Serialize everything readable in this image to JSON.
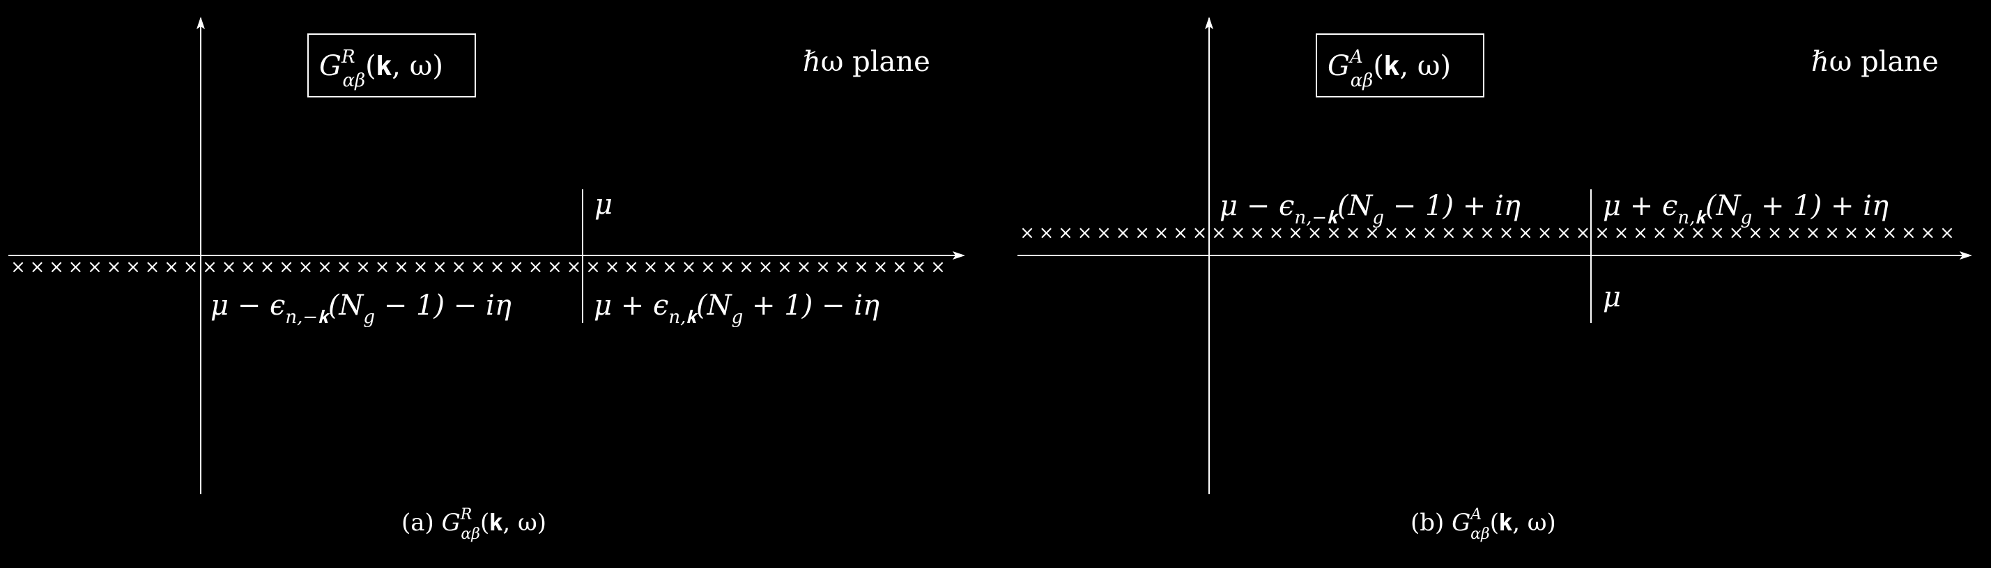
{
  "colors": {
    "background": "#000000",
    "foreground": "#ffffff"
  },
  "panels": [
    {
      "id": "a",
      "box_label": {
        "main": "G",
        "sup": "R",
        "sub": "αβ",
        "args": "(𝐤, ω)"
      },
      "plane_label": "ℏω plane",
      "mu_label": "μ",
      "pole_label_left": "μ − ϵ",
      "pole_label_left_sub": "n,−𝐤",
      "pole_label_left_tail": "(N",
      "pole_label_left_tail_sub": "g",
      "pole_label_left_end": " − 1) − iη",
      "pole_label_right": "μ + ϵ",
      "pole_label_right_sub": "n,𝐤",
      "pole_label_right_tail": "(N",
      "pole_label_right_tail_sub": "g",
      "pole_label_right_end": " + 1) − iη",
      "caption_prefix": "(a) ",
      "caption_main": "G",
      "caption_sup": "R",
      "caption_sub": "αβ",
      "caption_args": "(𝐤, ω)",
      "poles_side": "below"
    },
    {
      "id": "b",
      "box_label": {
        "main": "G",
        "sup": "A",
        "sub": "αβ",
        "args": "(𝐤, ω)"
      },
      "plane_label": "ℏω plane",
      "mu_label": "μ",
      "pole_label_left": "μ − ϵ",
      "pole_label_left_sub": "n,−𝐤",
      "pole_label_left_tail": "(N",
      "pole_label_left_tail_sub": "g",
      "pole_label_left_end": " − 1) + iη",
      "pole_label_right": "μ + ϵ",
      "pole_label_right_sub": "n,𝐤",
      "pole_label_right_tail": "(N",
      "pole_label_right_tail_sub": "g",
      "pole_label_right_end": " + 1) + iη",
      "caption_prefix": "(b) ",
      "caption_main": "G",
      "caption_sup": "A",
      "caption_sub": "αβ",
      "caption_args": "(𝐤, ω)",
      "poles_side": "above"
    }
  ],
  "pole_marker": "×"
}
